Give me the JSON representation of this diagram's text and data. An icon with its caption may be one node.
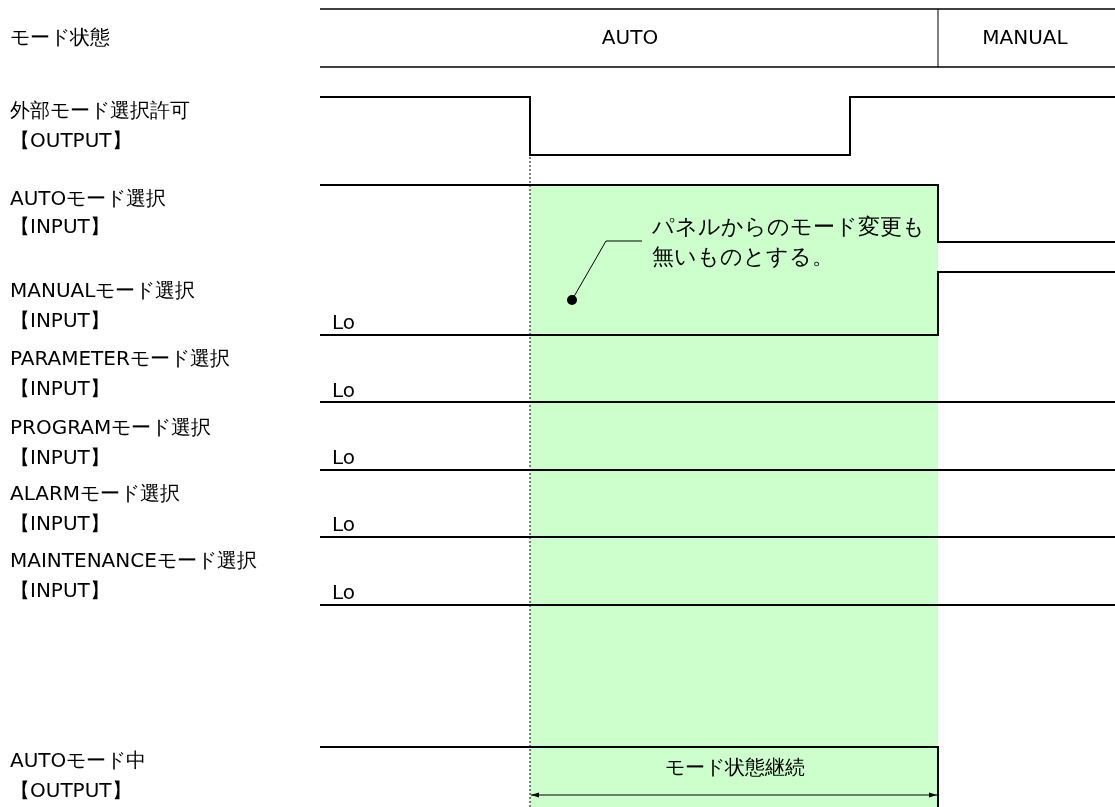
{
  "diagram": {
    "nodes": [
      {
        "text": [],
        "shape": "box"
      },
      {
        "text": [
          "パネルからのモード変更も無いものとする。"
        ],
        "in": 0
      }
    ],
    "edges": [
      {
        "from": 1,
        "to": 0,
        "arrow": "other"
      }
    ],
    "labels": [
      "モード状態",
      "AUTO",
      "MANUAL",
      "外部モード選択許可",
      "【OUTPUT】",
      "AUTOモード選択",
      "【INPUT】",
      "MANUALモード選択",
      "【INPUT】",
      "Lo",
      "PARAMETERモード選択",
      "【INPUT】",
      "Lo",
      "PROGRAMモード選択",
      "【INPUT】",
      "Lo",
      "ALARMモード選択",
      "【INPUT】",
      "Lo",
      "MAINTENANCEモード選択",
      "【INPUT】",
      "Lo",
      "AUTOモード中",
      "【OUTPUT】",
      "モード状態継続"
    ]
  }
}
